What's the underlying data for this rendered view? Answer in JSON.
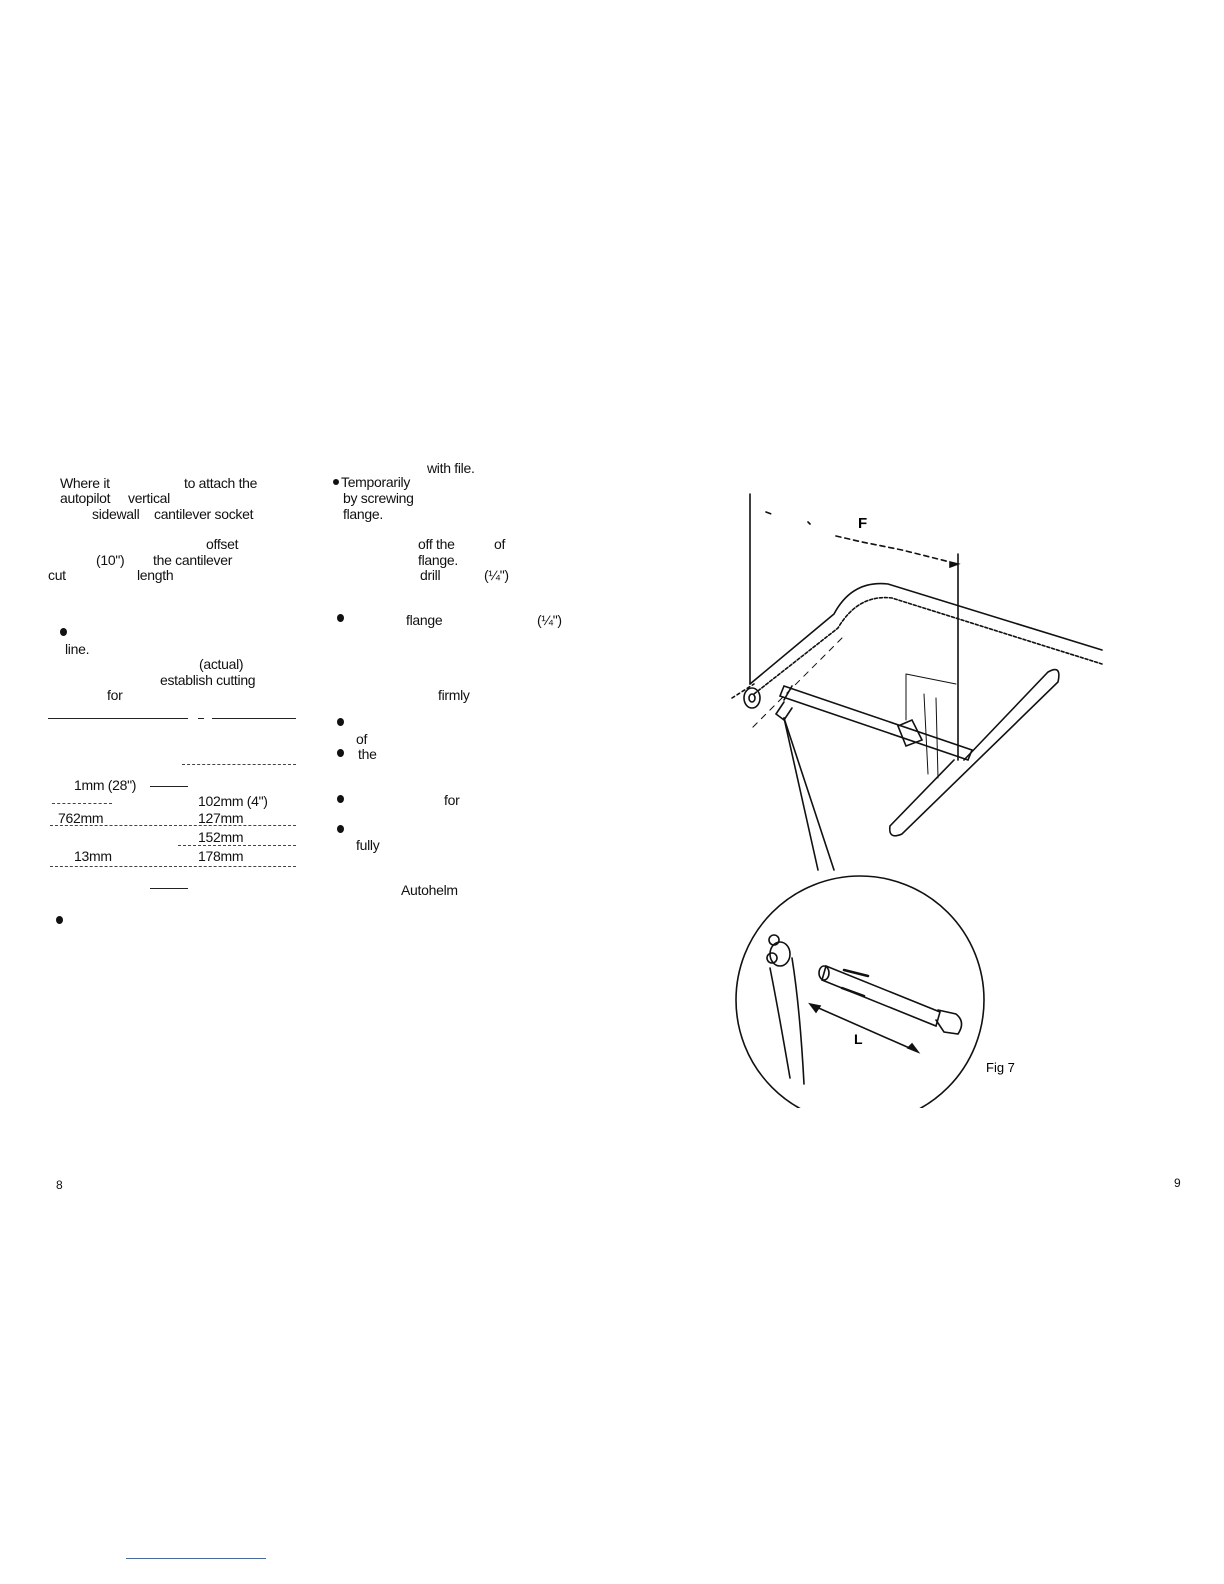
{
  "left_column": {
    "col1": [
      "Where it",
      "autopilot",
      "sidewall",
      "cut"
    ],
    "col1b": [
      "to attach the",
      "vertical",
      "cantilever socket",
      "offset",
      "(10\")",
      "the cantilever",
      "length"
    ],
    "mid": [
      "line.",
      "(actual)",
      "establish cutting",
      "for"
    ],
    "table": [
      "1mm (28\")",
      "102mm (4\")",
      "762mm",
      "127mm",
      "152mm",
      "13mm",
      "178mm"
    ]
  },
  "right_column": {
    "lines": [
      "with file.",
      "Temporarily",
      "by screwing",
      "flange.",
      "off the",
      "of",
      "flange.",
      "drill",
      "(¼\")",
      "flange",
      "(¼\")",
      "firmly",
      "of",
      "the",
      "for",
      "fully",
      "Autohelm"
    ]
  },
  "figure": {
    "label_f": "F",
    "label_l": "L",
    "caption": "Fig 7"
  },
  "page_numbers": {
    "left": "8",
    "right": "9"
  }
}
